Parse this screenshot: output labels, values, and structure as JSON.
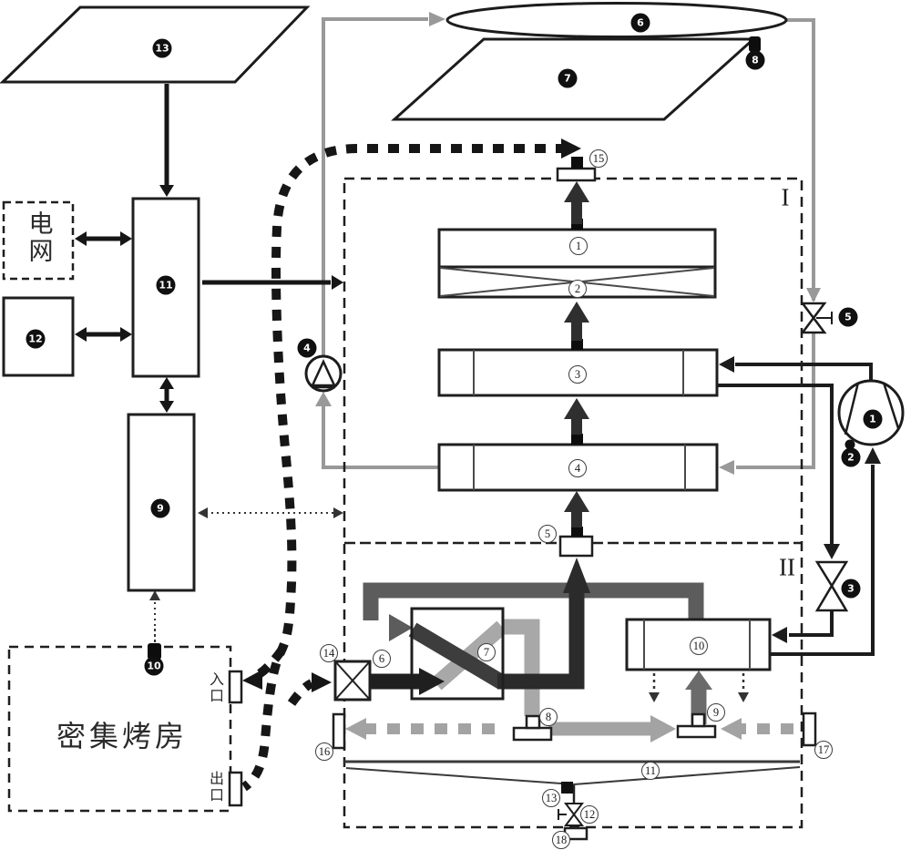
{
  "region_labels": {
    "upper": "I",
    "lower": "II"
  },
  "texts": {
    "power_grid": "电网",
    "curing_barn": "密集烤房",
    "barn_inlet": "入口",
    "barn_outlet": "出口"
  },
  "dark_labels": {
    "1": "1",
    "2": "2",
    "3": "3",
    "4": "4",
    "5": "5",
    "6": "6",
    "7": "7",
    "8": "8",
    "9": "9",
    "10": "10",
    "11": "11",
    "12": "12",
    "13": "13"
  },
  "light_labels": {
    "1": "1",
    "2": "2",
    "3": "3",
    "4": "4",
    "5": "5",
    "6": "6",
    "7": "7",
    "8": "8",
    "9": "9",
    "10": "10",
    "11": "11",
    "12": "12",
    "13": "13",
    "14": "14",
    "15": "15",
    "16": "16",
    "17": "17",
    "18": "18"
  },
  "colors": {
    "line_black": "#1c1c1c",
    "duct_dark": "#3d3d3d",
    "duct_medium": "#5c5c5c",
    "duct_light": "#a8a8a8",
    "water_loop_gray": "#999999",
    "dashed_path_black": "#161616"
  }
}
